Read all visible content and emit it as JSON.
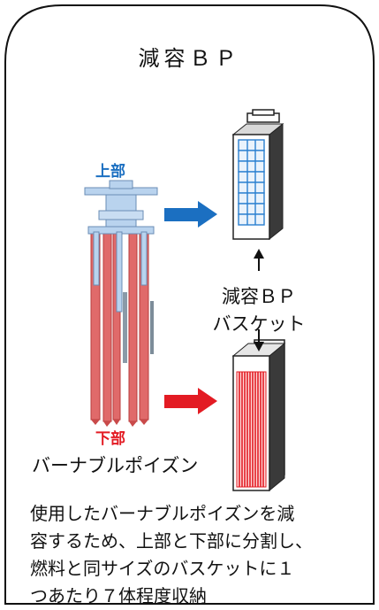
{
  "title": "減容ＢＰ",
  "labels": {
    "upper": "上部",
    "lower": "下部",
    "basket_line1": "減容ＢＰ",
    "basket_line2": "バスケット",
    "burnable_poison": "バーナブルポイズン"
  },
  "description": {
    "line1": "使用したバーナブルポイズンを減",
    "line2": "容するため、上部と下部に分割し、",
    "line3": "燃料と同サイズのバスケットに１",
    "line4": "つあたり７体程度収納"
  },
  "colors": {
    "upper_blue": "#1b6fc1",
    "lower_red": "#e31b23",
    "rod_red": "#e06a6a",
    "part_lightblue": "#b9d3ee",
    "frame": "#111111"
  }
}
